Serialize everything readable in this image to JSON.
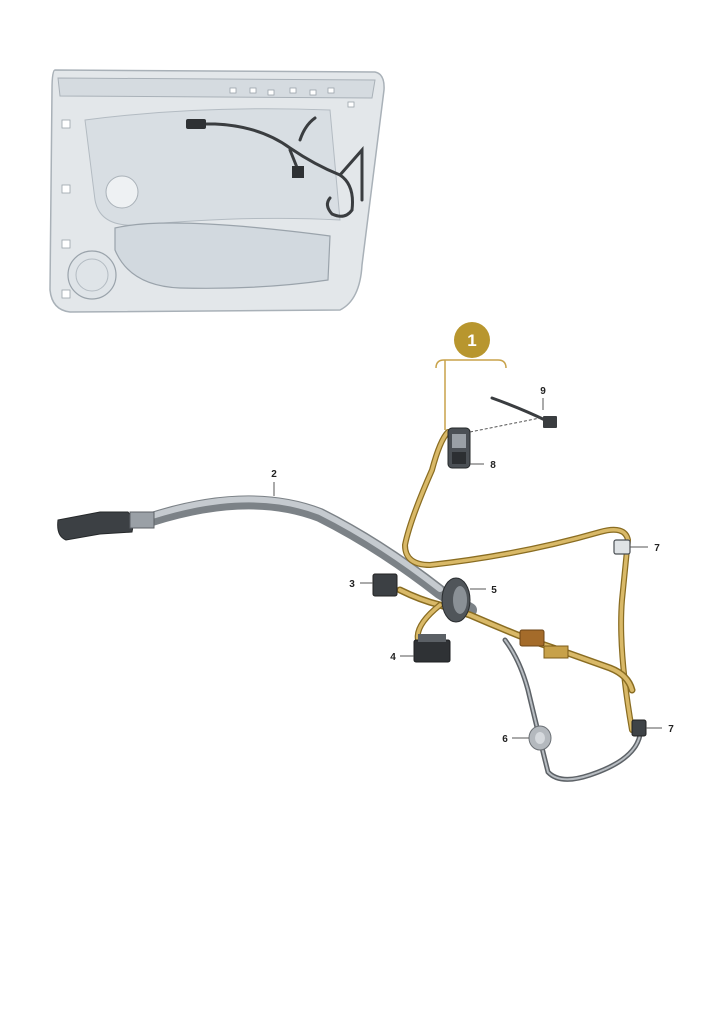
{
  "callout": {
    "number": "1"
  },
  "parts": [
    {
      "id": "2",
      "label": "2"
    },
    {
      "id": "3",
      "label": "3"
    },
    {
      "id": "4",
      "label": "4"
    },
    {
      "id": "5",
      "label": "5"
    },
    {
      "id": "6",
      "label": "6"
    },
    {
      "id": "7a",
      "label": "7"
    },
    {
      "id": "7b",
      "label": "7"
    },
    {
      "id": "8",
      "label": "8"
    },
    {
      "id": "9",
      "label": "9"
    }
  ],
  "colors": {
    "harness_highlight": "#c8a24a",
    "callout_fill": "#b8962e",
    "cable_grey": "#8a8f94",
    "panel_fill": "#e3e7ea",
    "panel_line": "#a9b1b8",
    "wire_dark": "#3a3d40"
  }
}
